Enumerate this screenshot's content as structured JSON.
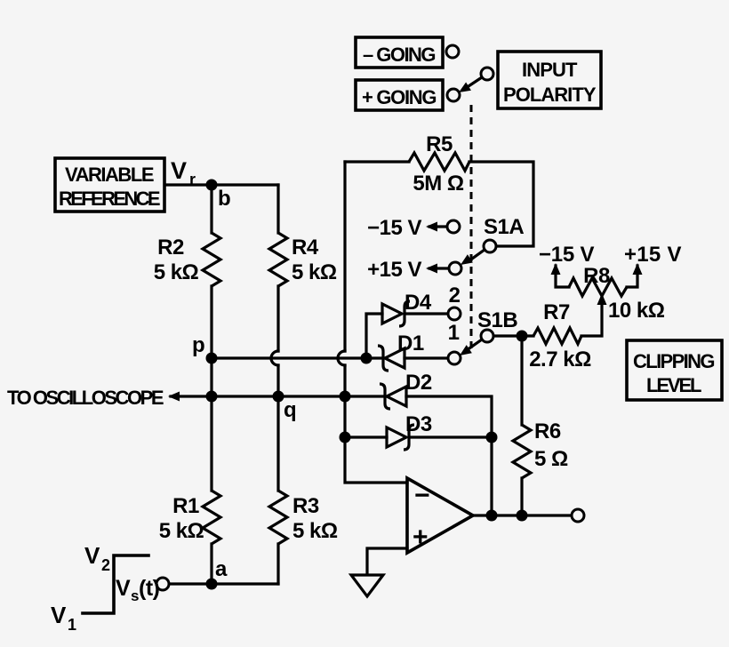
{
  "colors": {
    "background": "#f5f5f5",
    "ink": "#000000"
  },
  "boxes": {
    "going_minus": "– GOING",
    "going_plus": "+ GOING",
    "input_polarity": {
      "line1": "INPUT",
      "line2": "POLARITY"
    },
    "variable_reference": {
      "line1": "VARIABLE",
      "line2": "REFERENCE"
    },
    "clipping_level": {
      "line1": "CLIPPING",
      "line2": "LEVEL"
    }
  },
  "resistors": {
    "r1": {
      "name": "R1",
      "value": "5 kΩ"
    },
    "r2": {
      "name": "R2",
      "value": "5 kΩ"
    },
    "r3": {
      "name": "R3",
      "value": "5 kΩ"
    },
    "r4": {
      "name": "R4",
      "value": "5 kΩ"
    },
    "r5": {
      "name": "R5",
      "value": "5M Ω"
    },
    "r6": {
      "name": "R6",
      "value": "5 Ω"
    },
    "r7": {
      "name": "R7",
      "value": "2.7 kΩ"
    },
    "r8": {
      "name": "R8",
      "value": "10 kΩ"
    }
  },
  "diodes": {
    "d1": "D1",
    "d2": "D2",
    "d3": "D3",
    "d4": "D4"
  },
  "opamp": {
    "inverting": "−",
    "noninverting": "+"
  },
  "switches": {
    "s1a": {
      "label": "S1A",
      "pos_up": "−15 V",
      "pos_down": "+15 V"
    },
    "s1b": {
      "label": "S1B",
      "pos_up": "2",
      "pos_down": "1"
    }
  },
  "supplies": {
    "r8_left": "−15 V",
    "r8_right": "+15 V"
  },
  "nodes": {
    "a": "a",
    "b": "b",
    "p": "p",
    "q": "q"
  },
  "annotations": {
    "to_oscilloscope": "TO OSCILLOSCOPE",
    "vr": {
      "main": "V",
      "sub": "r"
    },
    "v1": {
      "main": "V",
      "sub": "1"
    },
    "v2": {
      "main": "V",
      "sub": "2"
    },
    "vst": {
      "main": "V",
      "sub": "s",
      "rest": "(t)"
    }
  }
}
